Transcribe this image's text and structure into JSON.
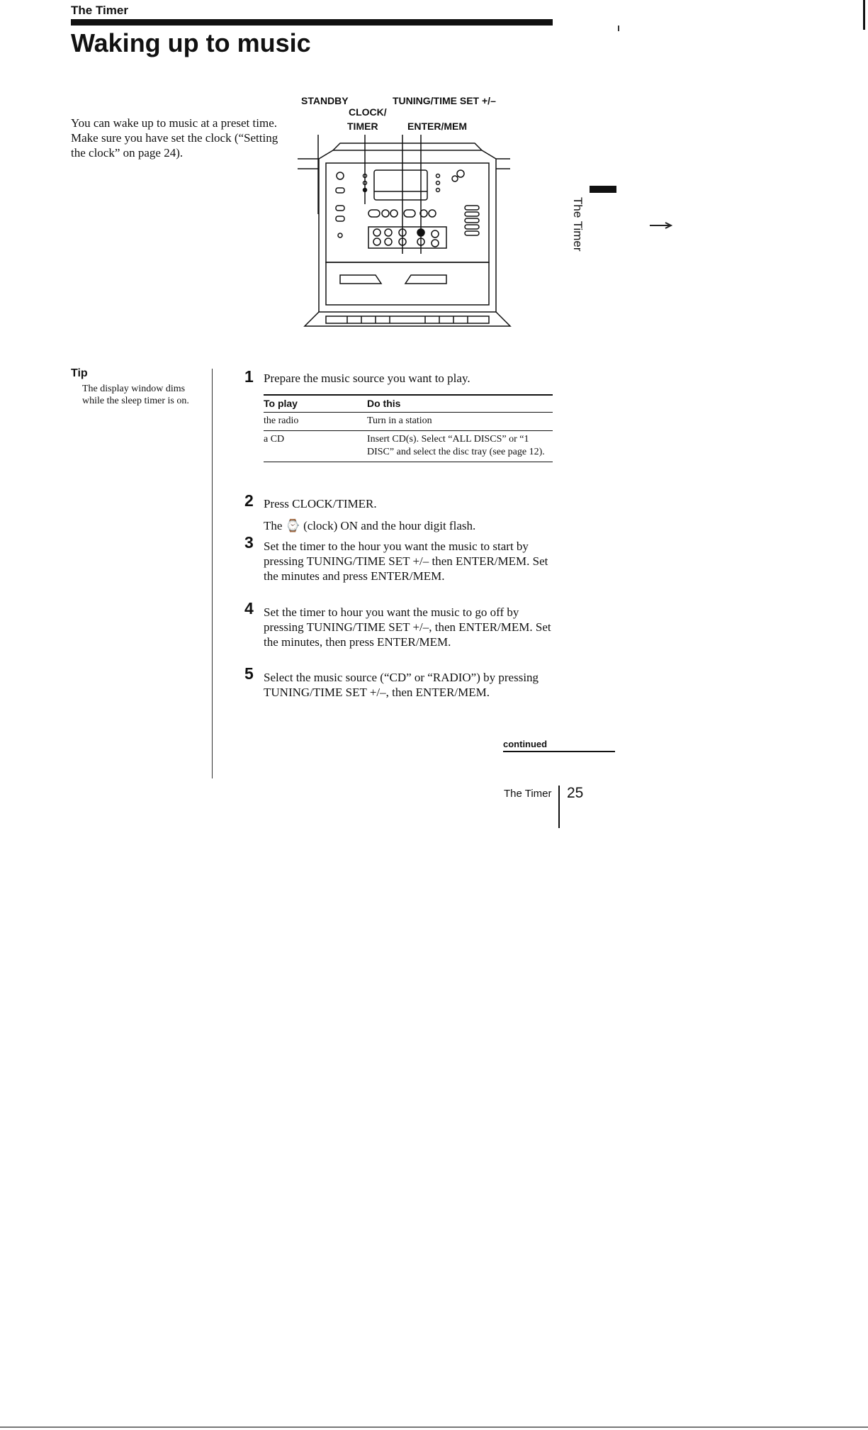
{
  "header": {
    "section": "The Timer",
    "title": "Waking up to music"
  },
  "intro": "You can wake up to music at a preset time. Make sure you have set the clock (“Setting the clock” on page 24).",
  "diagram": {
    "label_standby": "STANDBY",
    "label_tuning": "TUNING/TIME SET +/–",
    "label_clock": "CLOCK/",
    "label_timer": "TIMER",
    "label_enter": "ENTER/MEM"
  },
  "side_tab": "The Timer",
  "tip": {
    "title": "Tip",
    "text": "The display window dims while the sleep timer is on."
  },
  "steps": [
    {
      "num": "1",
      "text": "Prepare the music source you want to play."
    },
    {
      "num": "2",
      "text": "Press CLOCK/TIMER.",
      "sub": "The ⌚ (clock) ON and the hour digit flash."
    },
    {
      "num": "3",
      "text": "Set the timer to the hour you want the music to start by pressing TUNING/TIME SET +/– then ENTER/MEM. Set the minutes and press ENTER/MEM."
    },
    {
      "num": "4",
      "text": "Set the timer to hour you want the music to go off by pressing TUNING/TIME SET +/–, then ENTER/MEM. Set the minutes, then press ENTER/MEM."
    },
    {
      "num": "5",
      "text": "Select the music source (“CD” or “RADIO”) by pressing TUNING/TIME SET +/–, then ENTER/MEM."
    }
  ],
  "table": {
    "headers": [
      "To play",
      "Do this"
    ],
    "rows": [
      [
        "the radio",
        "Turn in a station"
      ],
      [
        "a CD",
        "Insert CD(s). Select “ALL DISCS” or “1 DISC” and select the disc tray (see page 12)."
      ]
    ]
  },
  "continued": "continued",
  "footer": {
    "section": "The Timer",
    "page": "25"
  }
}
